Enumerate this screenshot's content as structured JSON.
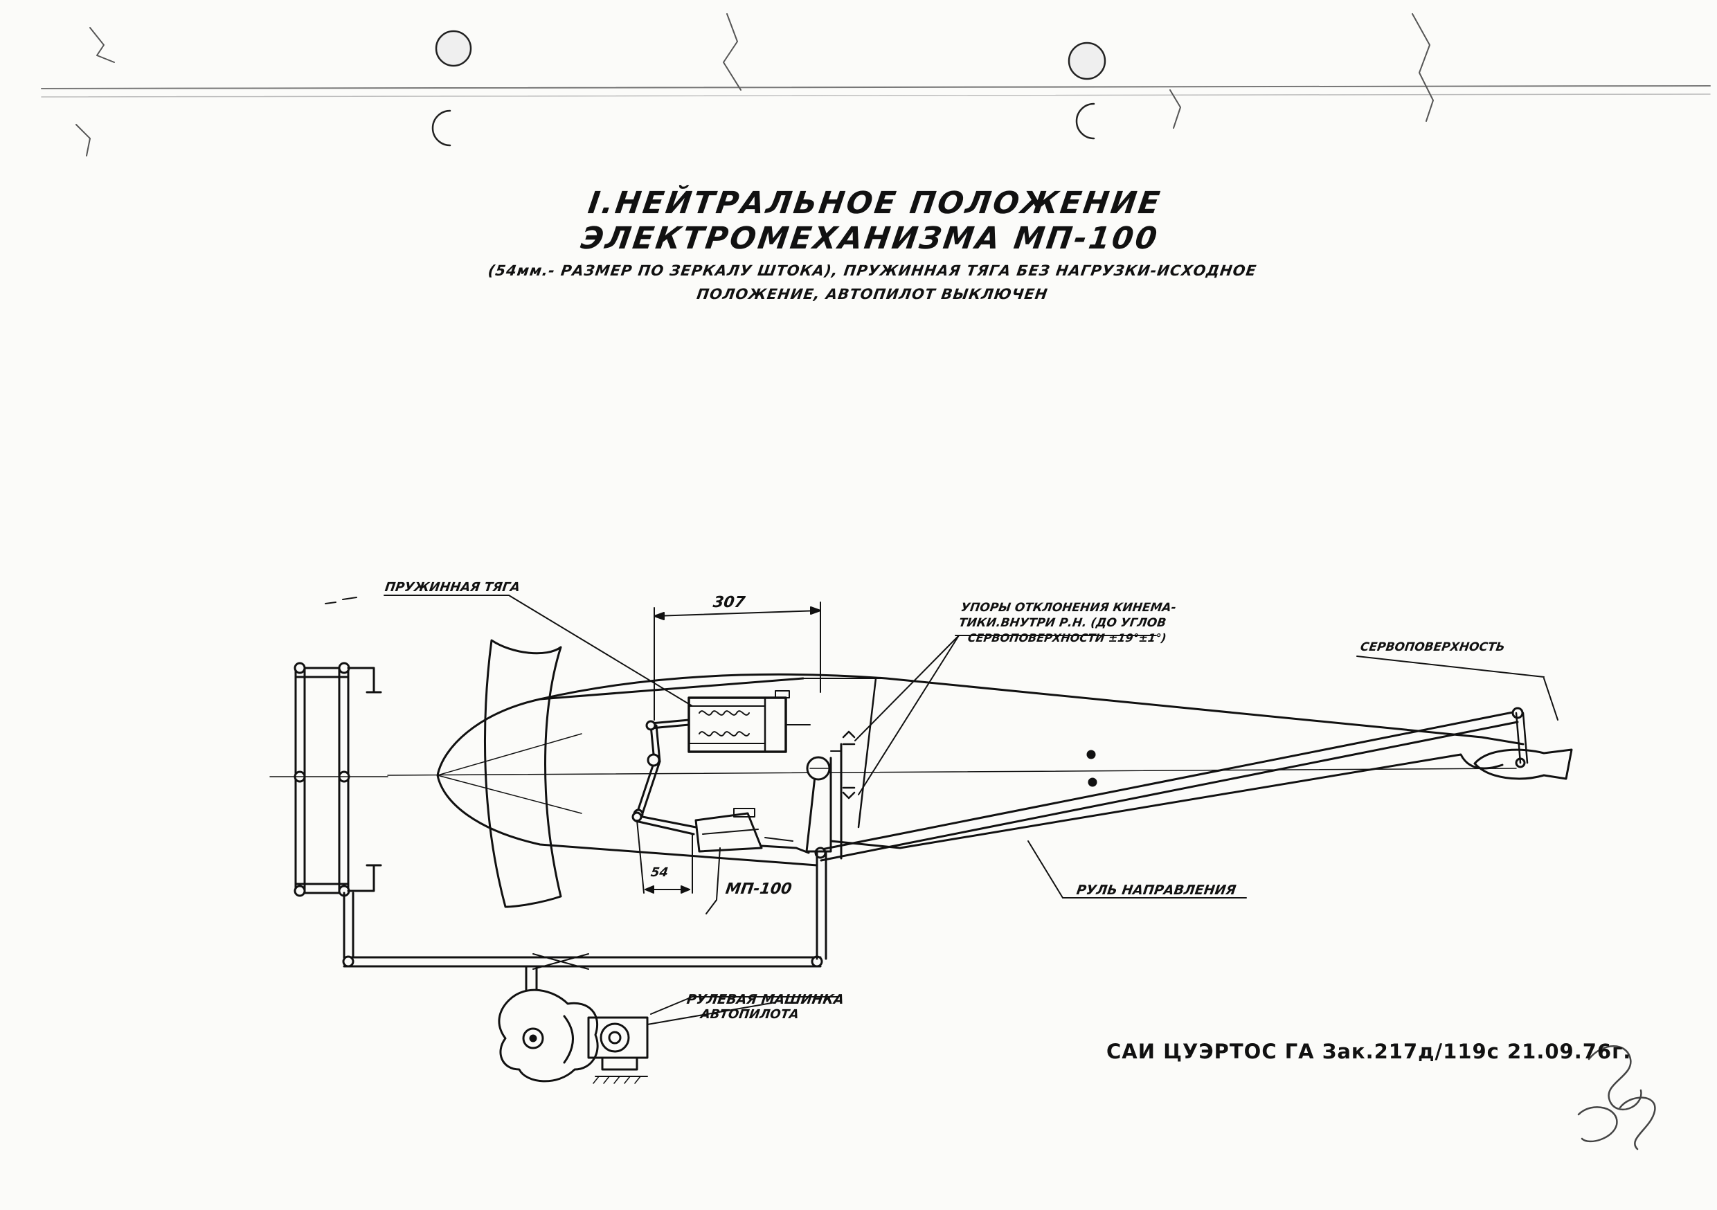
{
  "title": "I.НЕЙТРАЛЬНОЕ ПОЛОЖЕНИЕ ЭЛЕКТРОМЕХАНИЗМА МП-100",
  "subtitle_line1": "(54мм.- РАЗМЕР ПО ЗЕРКАЛУ ШТОКА), ПРУЖИННАЯ ТЯГА БЕЗ НАГРУЗКИ-ИСХОДНОЕ",
  "subtitle_line2": "ПОЛОЖЕНИЕ, АВТОПИЛОТ ВЫКЛЮЧЕН",
  "labels": {
    "spring_rod": "ПРУЖИННАЯ ТЯГА",
    "dim_307": "307",
    "stops_line1": "УПОРЫ ОТКЛОНЕНИЯ КИНЕМА-",
    "stops_line2": "ТИКИ.ВНУТРИ Р.Н. (ДО УГЛОВ",
    "stops_line3": "СЕРВОПОВЕРХНОСТИ ±19°±1°)",
    "servo_surface": "СЕРВОПОВЕРХНОСТЬ",
    "dim_54": "54",
    "mp100": "МП-100",
    "rudder": "РУЛЬ НАПРАВЛЕНИЯ",
    "servo_line1": "РУЛЕВАЯ МАШИНКА",
    "servo_line2": "АВТОПИЛОТА"
  },
  "stamp": "САИ ЦУЭРТОС ГА Зак.217д/119с 21.09.76г.",
  "colors": {
    "ink": "#111111",
    "paper": "#fbfbf9",
    "pencil": "#9a9a9a"
  }
}
